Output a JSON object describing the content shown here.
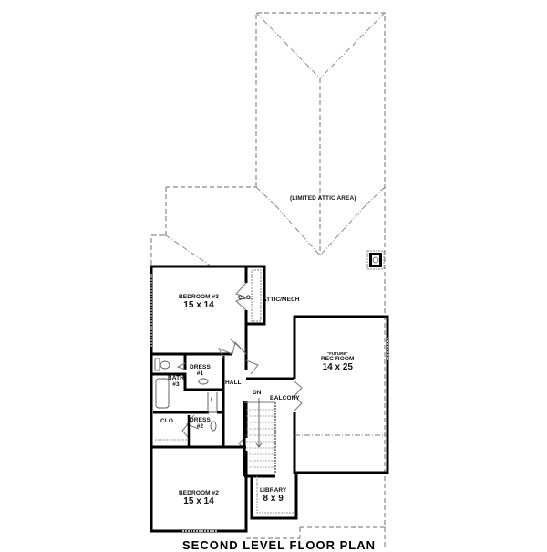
{
  "plan": {
    "caption": "SECOND LEVEL FLOOR PLAN",
    "colors": {
      "wall": "#000000",
      "dashed": "#8a8a8a",
      "background": "#ffffff"
    },
    "labels": {
      "attic": "(LIMITED ATTIC AREA)",
      "attic_mech": "ATTIC/MECH",
      "bedroom3": {
        "name": "BEDROOM #3",
        "size": "15 x 14"
      },
      "closet_b3": "CLO.",
      "dress1": {
        "name": "DRESS",
        "num": "#1"
      },
      "bath3": {
        "name": "BATH",
        "num": "#3"
      },
      "hall": "HALL",
      "closet_b2": "CLO.",
      "dress2": {
        "name": "DRESS",
        "num": "#2"
      },
      "linen": "L.",
      "stairs_dn": "DN",
      "balcony": "BALCONY",
      "rec_room": {
        "note": "\"FUTURE\"",
        "name": "REC ROOM",
        "size": "14 x 25"
      },
      "library": {
        "name": "LIBRARY",
        "size": "8 x 9"
      },
      "bedroom2": {
        "name": "BEDROOM #2",
        "size": "15 x 14"
      }
    }
  }
}
